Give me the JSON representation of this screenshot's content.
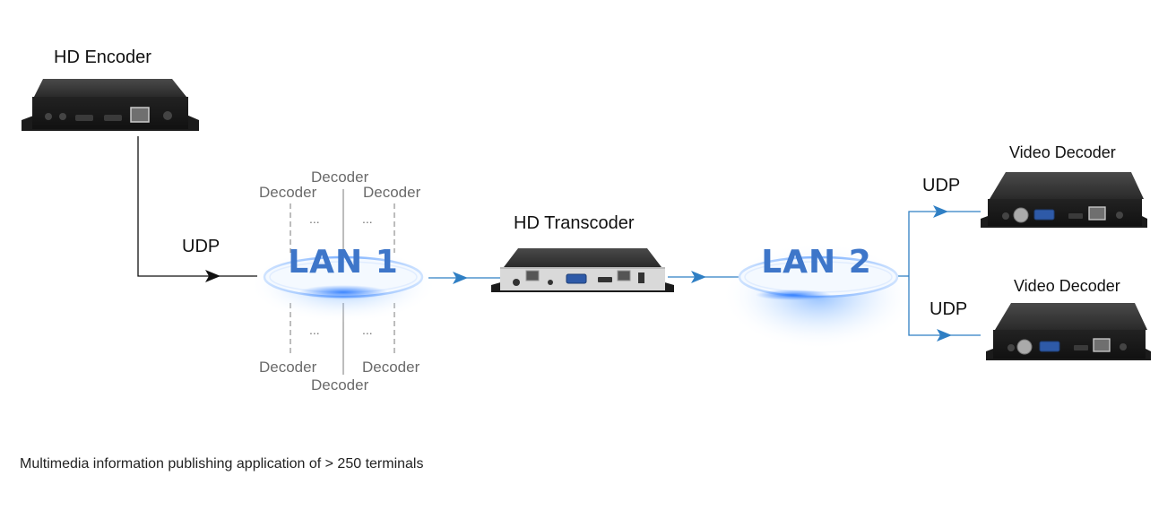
{
  "nodes": {
    "encoder_label": "HD Encoder",
    "transcoder_label": "HD Transcoder",
    "decoder_top_label": "Video Decoder",
    "decoder_bottom_label": "Video Decoder"
  },
  "lan1": {
    "label": "LAN 1"
  },
  "lan2": {
    "label": "LAN 2"
  },
  "links": {
    "encoder_udp": "UDP",
    "decoder_top_udp": "UDP",
    "decoder_bottom_udp": "UDP"
  },
  "lan1_decoders": {
    "top_center": "Decoder",
    "top_left": "Decoder",
    "top_right": "Decoder",
    "bottom_left": "Decoder",
    "bottom_right": "Decoder",
    "bottom_center": "Decoder",
    "ellipsis": "..."
  },
  "caption": "Multimedia information publishing application of > 250 terminals",
  "colors": {
    "line": "#2f7fc4",
    "lan_text": "#3e76c9",
    "glow": "#5aa8ff"
  }
}
